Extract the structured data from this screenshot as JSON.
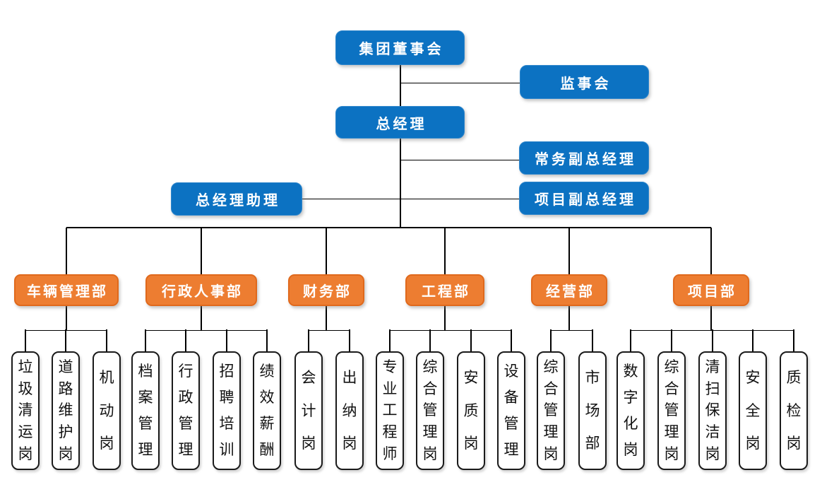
{
  "org_chart": {
    "top": {
      "board": "集团董事会",
      "supervisory_board": "监事会",
      "general_manager": "总经理",
      "executive_deputy_gm": "常务副总经理",
      "gm_assistant": "总经理助理",
      "project_deputy_gm": "项目副总经理"
    },
    "departments": [
      {
        "label": "车辆管理部",
        "positions": [
          "垃圾清运岗",
          "道路维护岗",
          "机动岗"
        ]
      },
      {
        "label": "行政人事部",
        "positions": [
          "档案管理",
          "行政管理",
          "招聘培训",
          "绩效薪酬"
        ]
      },
      {
        "label": "财务部",
        "positions": [
          "会计岗",
          "出纳岗"
        ]
      },
      {
        "label": "工程部",
        "positions": [
          "专业工程师",
          "综合管理岗",
          "安质岗",
          "设备管理"
        ]
      },
      {
        "label": "经营部",
        "positions": [
          "综合管理岗",
          "市场部"
        ]
      },
      {
        "label": "项目部",
        "positions": [
          "数字化岗",
          "综合管理岗",
          "清扫保洁岗",
          "安全岗",
          "质检岗"
        ]
      }
    ],
    "colors": {
      "executive_fill": "#0C72C2",
      "department_fill": "#ED7D31",
      "position_border": "#1A1A1A",
      "connector": "#000000",
      "background": "#FFFFFF"
    }
  }
}
